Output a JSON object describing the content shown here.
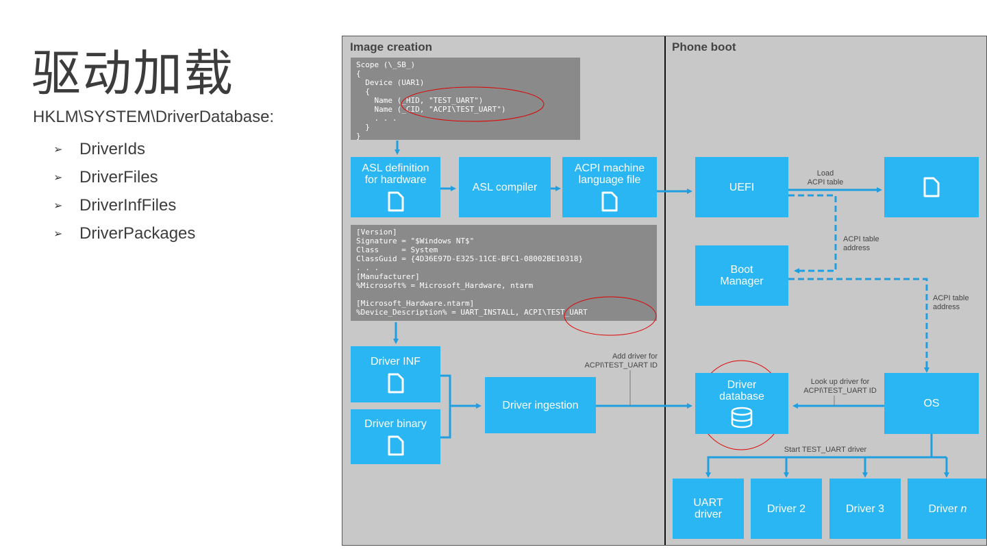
{
  "page": {
    "title": "驱动加载",
    "subtitle": "HKLM\\SYSTEM\\DriverDatabase:",
    "bullets": [
      "DriverIds",
      "DriverFiles",
      "DriverInfFiles",
      "DriverPackages"
    ]
  },
  "diagram": {
    "section_left": "Image creation",
    "section_right": "Phone boot",
    "asl_code": "Scope (\\_SB_)\n{\n  Device (UAR1)\n  {\n    Name (_HID, \"TEST_UART\")\n    Name (_CID, \"ACPI\\TEST_UART\")\n    . . .\n  }\n}",
    "inf_code": "[Version]\nSignature = \"$Windows NT$\"\nClass     = System\nClassGuid = {4D36E97D-E325-11CE-BFC1-08002BE10318}\n. . .\n[Manufacturer]\n%Microsoft% = Microsoft_Hardware, ntarm\n\n[Microsoft_Hardware.ntarm]\n%Device_Description% = UART_INSTALL, ACPI\\TEST_UART",
    "boxes": {
      "asl_def": "ASL definition\nfor hardware",
      "asl_compiler": "ASL compiler",
      "acpi_file": "ACPI machine\nlanguage file",
      "uefi": "UEFI",
      "boot_manager": "Boot\nManager",
      "driver_inf": "Driver INF",
      "driver_binary": "Driver binary",
      "driver_ingestion": "Driver ingestion",
      "driver_database": "Driver\ndatabase",
      "os": "OS",
      "uart_driver": "UART\ndriver",
      "driver2": "Driver 2",
      "driver3": "Driver 3",
      "drivern_prefix": "Driver ",
      "drivern_suffix": "n"
    },
    "labels": {
      "load_acpi": "Load\nACPI table",
      "acpi_addr1": "ACPI table\naddress",
      "acpi_addr2": "ACPI table\naddress",
      "add_driver": "Add driver for\nACPI\\TEST_UART ID",
      "lookup_driver": "Look up driver for\nACPI\\TEST_UART ID",
      "start_driver": "Start TEST_UART driver"
    },
    "colors": {
      "box": "#29b6f2",
      "arrow": "#1f9ee0",
      "highlight": "#e00000",
      "panel": "#c8c8c8",
      "code": "#8a8a8a"
    }
  }
}
